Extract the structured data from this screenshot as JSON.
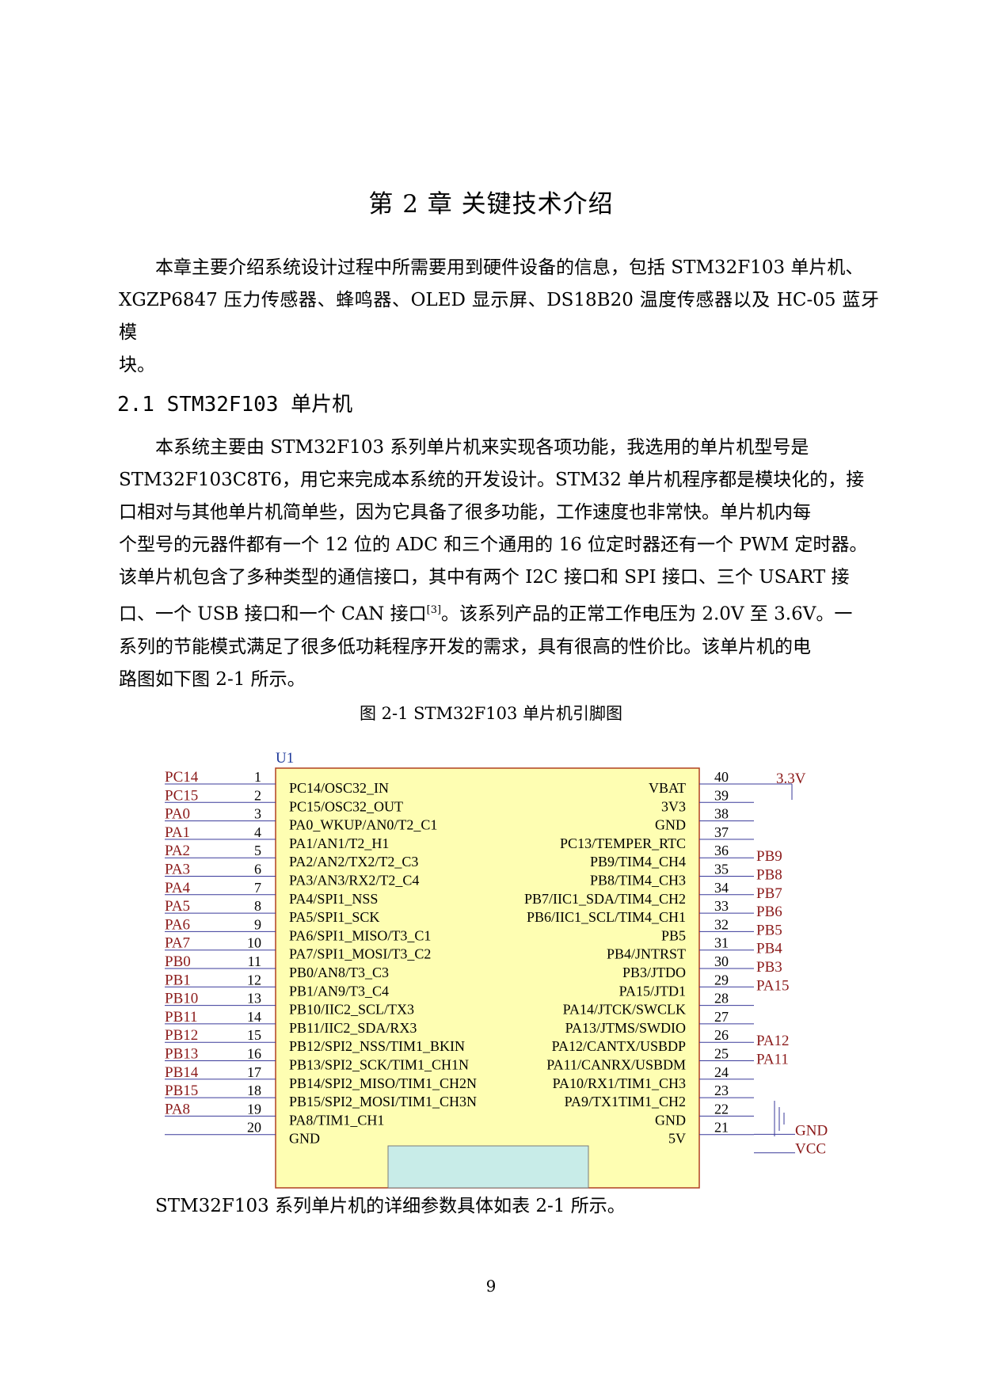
{
  "chapter_title": "第 2 章    关键技术介绍",
  "intro_lines": [
    "本章主要介绍系统设计过程中所需要用到硬件设备的信息，包括 STM32F103 单片机、",
    "XGZP6847 压力传感器、蜂鸣器、OLED 显示屏、DS18B20 温度传感器以及 HC-05 蓝牙模",
    "块。"
  ],
  "section_title": "2.1   STM32F103 单片机",
  "body_lines": [
    "本系统主要由 STM32F103 系列单片机来实现各项功能，我选用的单片机型号是",
    "STM32F103C8T6，用它来完成本系统的开发设计。STM32 单片机程序都是模块化的，接",
    "口相对与其他单片机简单些，因为它具备了很多功能，工作速度也非常快。单片机内每",
    "个型号的元器件都有一个 12 位的 ADC 和三个通用的 16 位定时器还有一个 PWM 定时器。",
    "该单片机包含了多种类型的通信接口，其中有两个 I2C 接口和 SPI 接口、三个 USART 接",
    "口、一个 USB 接口和一个 CAN 接口",
    "[3]",
    "。该系列产品的正常工作电压为 2.0V 至 3.6V。一",
    "系列的节能模式满足了很多低功耗程序开发的需求，具有很高的性价比。该单片机的电",
    "路图如下图 2-1 所示。"
  ],
  "figure_caption": "图 2-1 STM32F103 单片机引脚图",
  "schematic": {
    "chip_ref": "U1",
    "left_pins": [
      {
        "net": "PC14",
        "num": "1",
        "func": "PC14/OSC32_IN"
      },
      {
        "net": "PC15",
        "num": "2",
        "func": "PC15/OSC32_OUT"
      },
      {
        "net": "PA0",
        "num": "3",
        "func": "PA0_WKUP/AN0/T2_C1"
      },
      {
        "net": "PA1",
        "num": "4",
        "func": "PA1/AN1/T2_H1"
      },
      {
        "net": "PA2",
        "num": "5",
        "func": "PA2/AN2/TX2/T2_C3"
      },
      {
        "net": "PA3",
        "num": "6",
        "func": "PA3/AN3/RX2/T2_C4"
      },
      {
        "net": "PA4",
        "num": "7",
        "func": "PA4/SPI1_NSS"
      },
      {
        "net": "PA5",
        "num": "8",
        "func": "PA5/SPI1_SCK"
      },
      {
        "net": "PA6",
        "num": "9",
        "func": "PA6/SPI1_MISO/T3_C1"
      },
      {
        "net": "PA7",
        "num": "10",
        "func": "PA7/SPI1_MOSI/T3_C2"
      },
      {
        "net": "PB0",
        "num": "11",
        "func": "PB0/AN8/T3_C3"
      },
      {
        "net": "PB1",
        "num": "12",
        "func": "PB1/AN9/T3_C4"
      },
      {
        "net": "PB10",
        "num": "13",
        "func": "PB10/IIC2_SCL/TX3"
      },
      {
        "net": "PB11",
        "num": "14",
        "func": "PB11/IIC2_SDA/RX3"
      },
      {
        "net": "PB12",
        "num": "15",
        "func": "PB12/SPI2_NSS/TIM1_BKIN"
      },
      {
        "net": "PB13",
        "num": "16",
        "func": "PB13/SPI2_SCK/TIM1_CH1N"
      },
      {
        "net": "PB14",
        "num": "17",
        "func": "PB14/SPI2_MISO/TIM1_CH2N"
      },
      {
        "net": "PB15",
        "num": "18",
        "func": "PB15/SPI2_MOSI/TIM1_CH3N"
      },
      {
        "net": "PA8",
        "num": "19",
        "func": "PA8/TIM1_CH1"
      },
      {
        "net": "",
        "num": "20",
        "func": "GND"
      }
    ],
    "right_pins": [
      {
        "net": "3.3V",
        "num": "40",
        "func": "VBAT"
      },
      {
        "net": "",
        "num": "39",
        "func": "3V3"
      },
      {
        "net": "",
        "num": "38",
        "func": "GND"
      },
      {
        "net": "",
        "num": "37",
        "func": "PC13/TEMPER_RTC"
      },
      {
        "net": "PB9",
        "num": "36",
        "func": "PB9/TIM4_CH4"
      },
      {
        "net": "PB8",
        "num": "35",
        "func": "PB8/TIM4_CH3"
      },
      {
        "net": "PB7",
        "num": "34",
        "func": "PB7/IIC1_SDA/TIM4_CH2"
      },
      {
        "net": "PB6",
        "num": "33",
        "func": "PB6/IIC1_SCL/TIM4_CH1"
      },
      {
        "net": "PB5",
        "num": "32",
        "func": "PB5"
      },
      {
        "net": "PB4",
        "num": "31",
        "func": "PB4/JNTRST"
      },
      {
        "net": "PB3",
        "num": "30",
        "func": "PB3/JTDO"
      },
      {
        "net": "PA15",
        "num": "29",
        "func": "PA15/JTD1"
      },
      {
        "net": "",
        "num": "28",
        "func": "PA14/JTCK/SWCLK"
      },
      {
        "net": "",
        "num": "27",
        "func": "PA13/JTMS/SWDIO"
      },
      {
        "net": "PA12",
        "num": "26",
        "func": "PA12/CANTX/USBDP"
      },
      {
        "net": "PA11",
        "num": "25",
        "func": "PA11/CANRX/USBDM"
      },
      {
        "net": "",
        "num": "24",
        "func": "PA10/RX1/TIM1_CH3"
      },
      {
        "net": "",
        "num": "23",
        "func": "PA9/TX1TIM1_CH2"
      },
      {
        "net": "GND",
        "num": "22",
        "func": "GND"
      },
      {
        "net": "VCC",
        "num": "21",
        "func": "5V"
      }
    ],
    "colors": {
      "chip_fill": "#fefeb2",
      "chip_stroke": "#b04020",
      "net_text": "#8b1a1a",
      "ref_text": "#1f3a9a",
      "wire": "#3a3a9a",
      "inner_fill": "#c8ece8"
    }
  },
  "after_figure": "STM32F103 系列单片机的详细参数具体如表 2-1 所示。",
  "page_number": "9"
}
